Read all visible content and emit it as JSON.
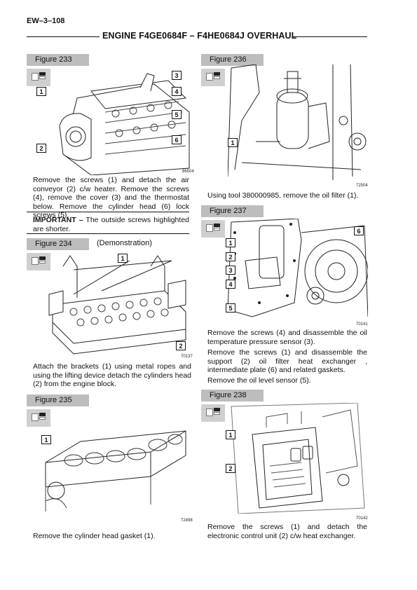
{
  "page_number": "EW–3–108",
  "header_title": "ENGINE F4GE0684F – F4HE0684J OVERHAUL",
  "fig233": {
    "label": "Figure 233",
    "callouts": [
      "1",
      "2",
      "3",
      "4",
      "5",
      "6"
    ],
    "image_no": "86504",
    "caption": "Remove the screws (1) and detach the air conveyor (2) c/w heater. Remove the screws (4), remove the cover (3) and the thermostat below. Remove the cylinder head (6) lock screws (5)."
  },
  "important": {
    "label": "IMPORTANT –",
    "text": "The outside screws highlighted are shorter."
  },
  "fig234": {
    "label": "Figure 234",
    "note": "(Demonstration)",
    "callouts": [
      "1",
      "2"
    ],
    "image_no": "70137",
    "caption": "Attach the brackets (1) using metal ropes and using the lifting device detach the cylinders head (2) from the engine block."
  },
  "fig235": {
    "label": "Figure 235",
    "callouts": [
      "1"
    ],
    "image_no": "72498",
    "caption": "Remove the cylinder head gasket (1)."
  },
  "fig236": {
    "label": "Figure 236",
    "callouts": [
      "1"
    ],
    "image_no": "72504",
    "caption": "Using tool 380000985, remove the oil filter (1)."
  },
  "fig237": {
    "label": "Figure 237",
    "callouts": [
      "1",
      "2",
      "3",
      "4",
      "5",
      "6"
    ],
    "image_no": "70141",
    "caption1": "Remove the screws (4) and disassemble the oil temperature pressure sensor (3).",
    "caption2": "Remove the screws (1) and disassemble the support (2) oil filter heat exchanger , intermediate plate (6) and related gaskets.",
    "caption3": "Remove the oil level sensor (5)."
  },
  "fig238": {
    "label": "Figure 238",
    "callouts": [
      "1",
      "2"
    ],
    "image_no": "70142",
    "caption": "Remove the screws (1) and detach the electronic control unit (2) c/w heat exchanger."
  }
}
